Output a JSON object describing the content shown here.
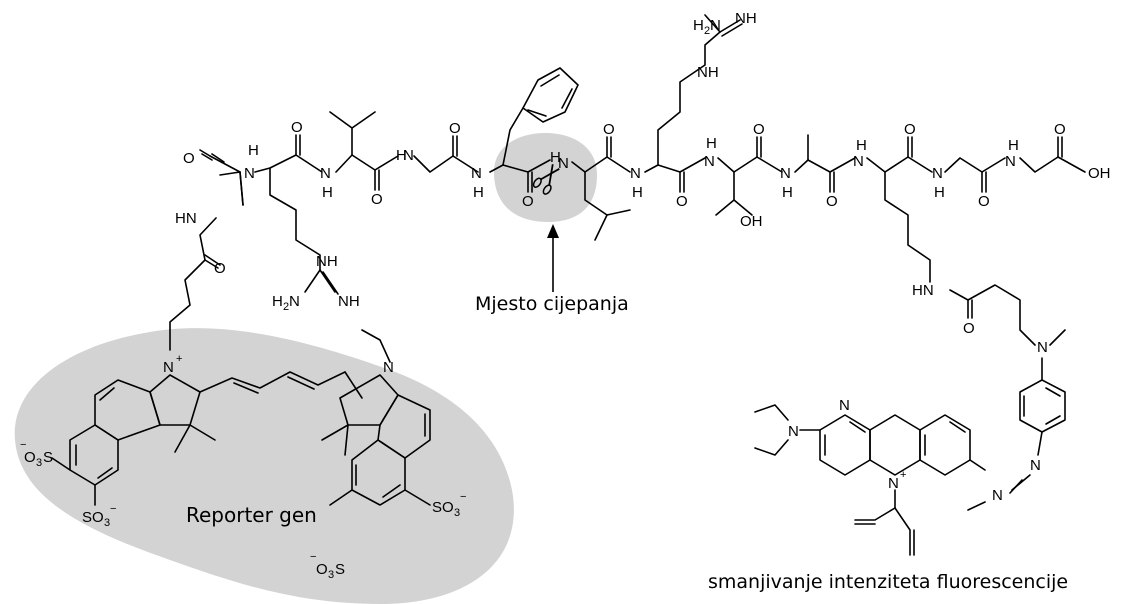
{
  "labels": {
    "cleavage_site": "Mjesto cijepanja",
    "reporter": "Reporter gen",
    "quencher_caption": "smanjivanje intenziteta fluorescencije"
  },
  "atoms": {
    "o": "O",
    "n": "N",
    "h": "H",
    "nh": "NH",
    "hn": "HN",
    "oh": "OH",
    "nplus": "N",
    "plus": "+",
    "minus": "−",
    "h2n": "H",
    "sub2": "2",
    "sub3": "3",
    "so3": "SO",
    "o3s": "O",
    "s": "S"
  },
  "colors": {
    "highlight": "#d3d3d3",
    "ink": "#000000"
  },
  "icons": {
    "scissors": "scissors-icon",
    "arrow": "arrow-up-icon"
  }
}
